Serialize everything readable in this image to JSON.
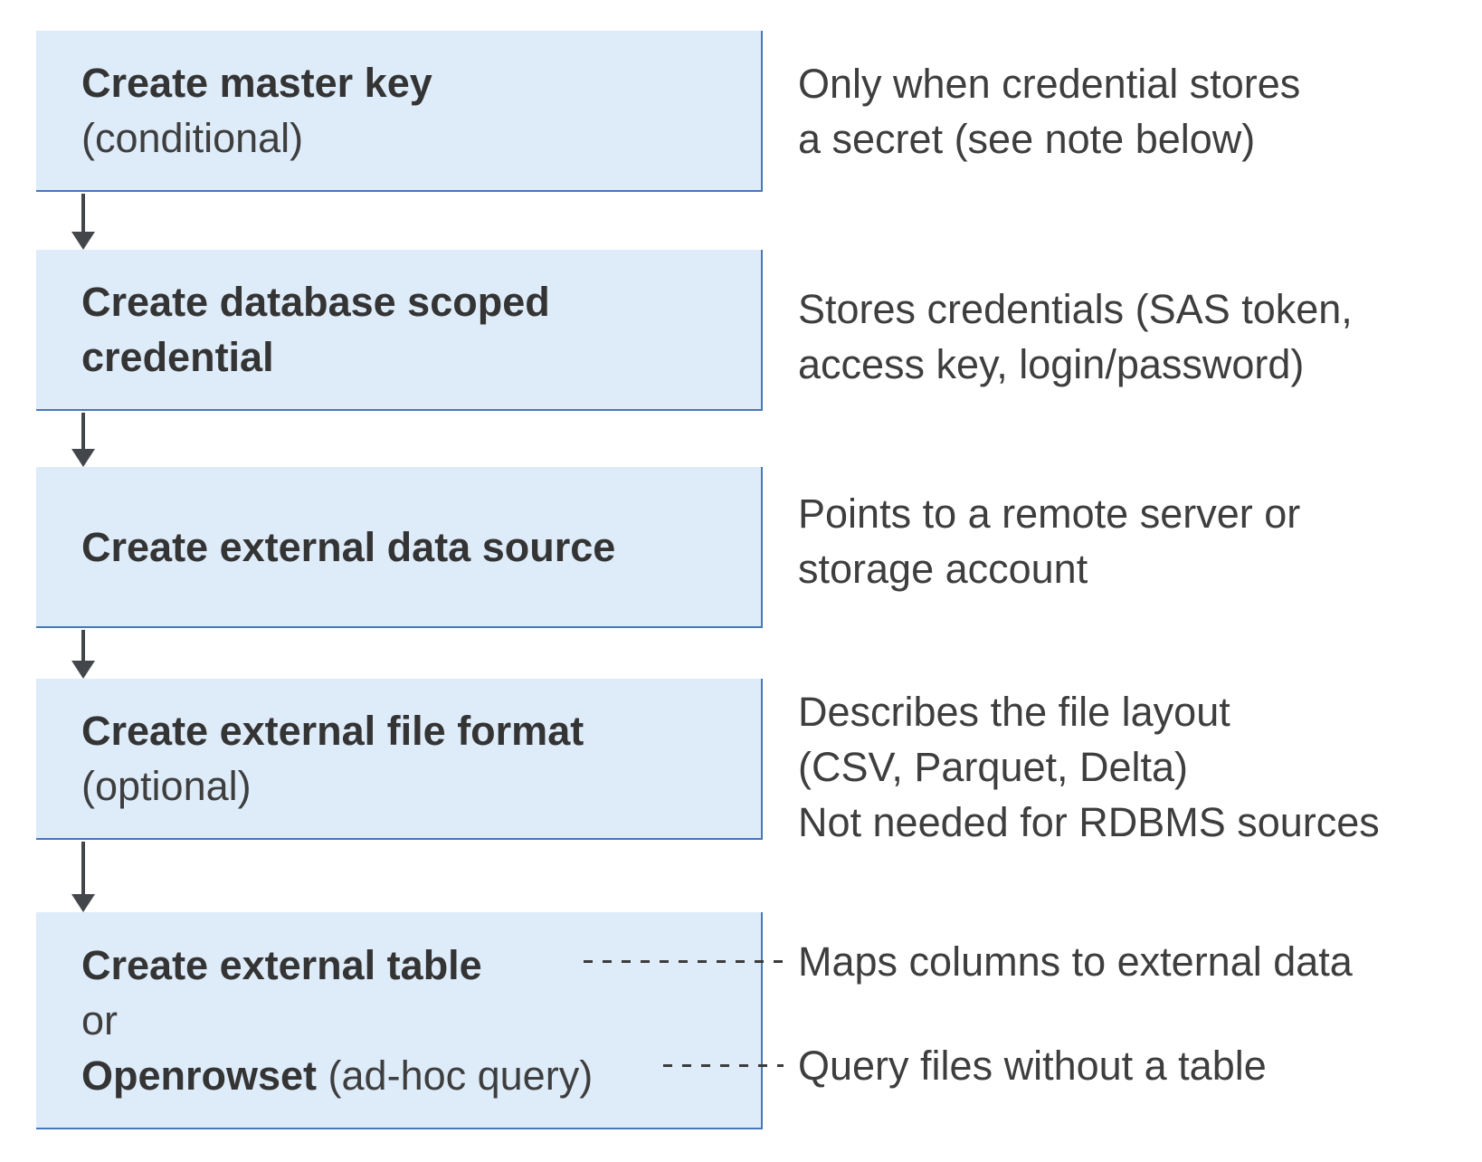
{
  "colors": {
    "box_fill": "#deebf9",
    "box_border": "#4579b8",
    "text_dark": "#343434",
    "text_regular": "#3e3e3e",
    "arrow": "#43474b",
    "dash": "#3c3c3c"
  },
  "boxes": [
    {
      "line1": "Create master key",
      "line2": "(conditional)"
    },
    {
      "line1": "Create database scoped",
      "line2": "credential"
    },
    {
      "line1": "Create external data source"
    },
    {
      "line1": "Create external file format",
      "line2": "(optional)"
    },
    {
      "line1": "Create external table",
      "line2": "or",
      "line3_bold": "Openrowset",
      "line3_regular": " (ad-hoc query)"
    }
  ],
  "annotations": [
    {
      "lines": [
        "Only when credential stores",
        "a secret (see note below)"
      ]
    },
    {
      "lines": [
        "Stores credentials (SAS token,",
        "access key, login/password)"
      ]
    },
    {
      "lines": [
        "Points to a remote server or",
        "storage account"
      ]
    },
    {
      "lines": [
        "Describes the file layout",
        "(CSV, Parquet, Delta)",
        "Not needed for RDBMS sources"
      ]
    },
    {
      "lines": [
        "Maps columns to external data"
      ]
    },
    {
      "lines": [
        "Query files without a table"
      ]
    }
  ]
}
